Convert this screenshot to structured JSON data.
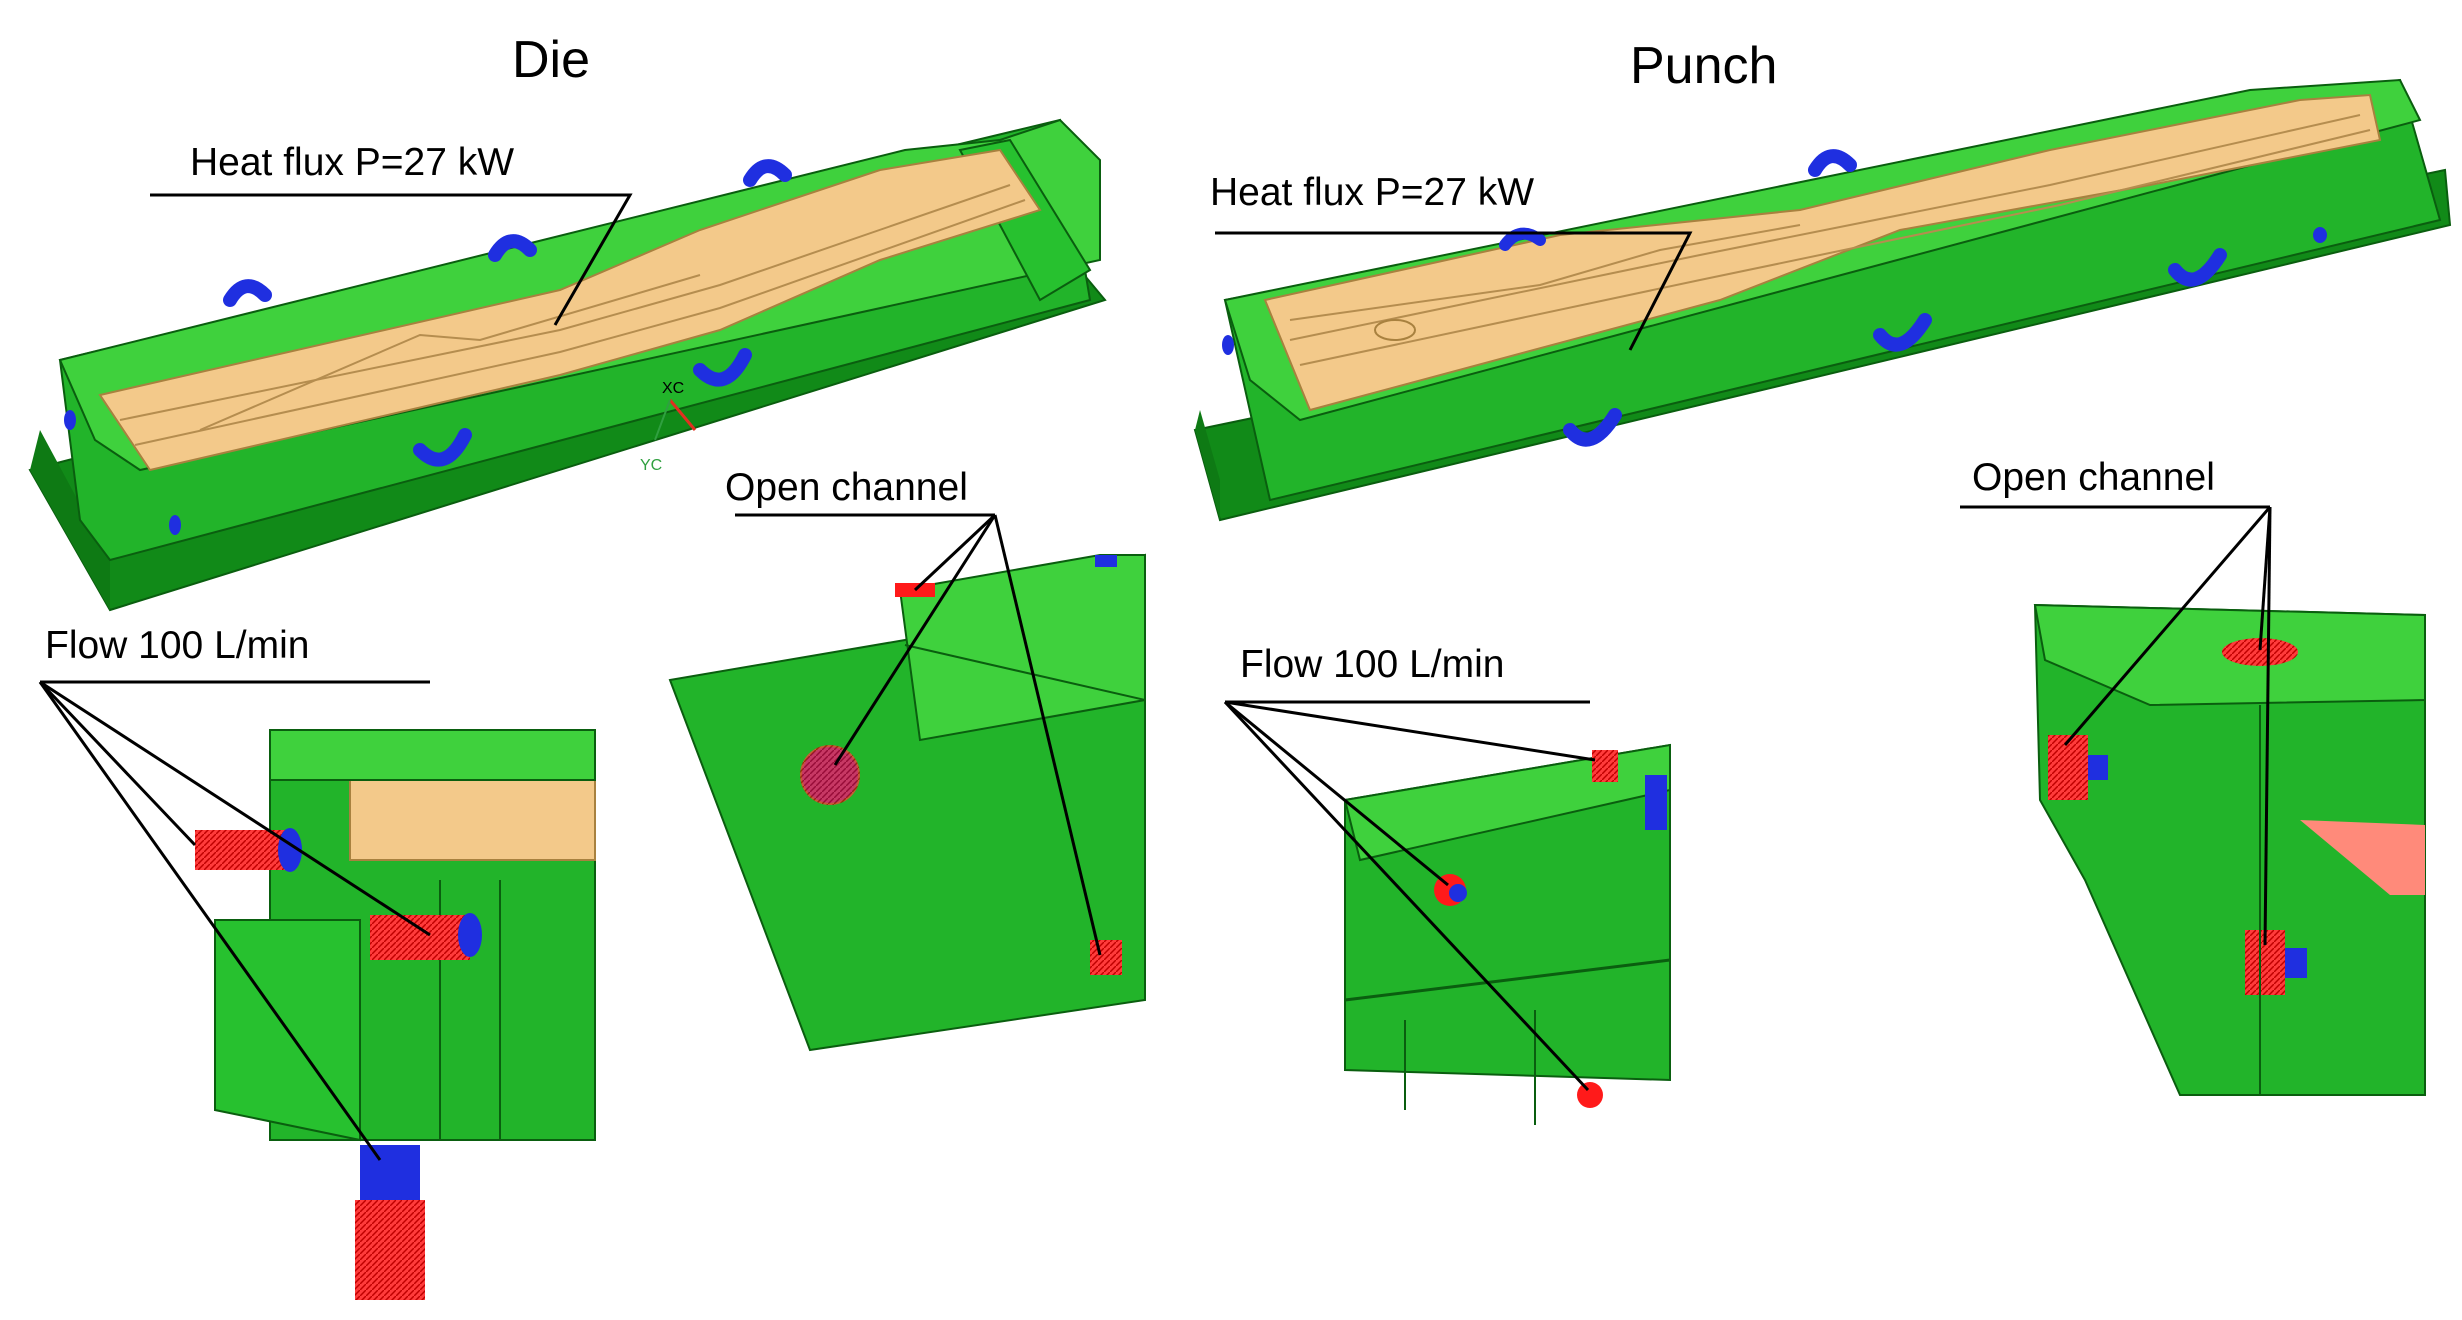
{
  "titles": {
    "die": "Die",
    "punch": "Punch"
  },
  "labels": {
    "die_heat_flux": "Heat flux P=27 kW",
    "punch_heat_flux": "Heat flux P=27 kW",
    "die_open_channel": "Open channel",
    "punch_open_channel": "Open channel",
    "die_flow": "Flow 100 L/min",
    "punch_flow": "Flow 100 L/min"
  },
  "axis_triad": {
    "xc": "XC",
    "yc": "YC"
  },
  "colors": {
    "mould_green": "#22b42a",
    "mould_green_dark": "#118a18",
    "mould_green_light": "#3fd13d",
    "cavity_tan": "#f3c98a",
    "cavity_tan_dark": "#d8a867",
    "channel_blue": "#1f2fe0",
    "flux_red": "#ff1a1a",
    "leader_line": "#000000"
  }
}
